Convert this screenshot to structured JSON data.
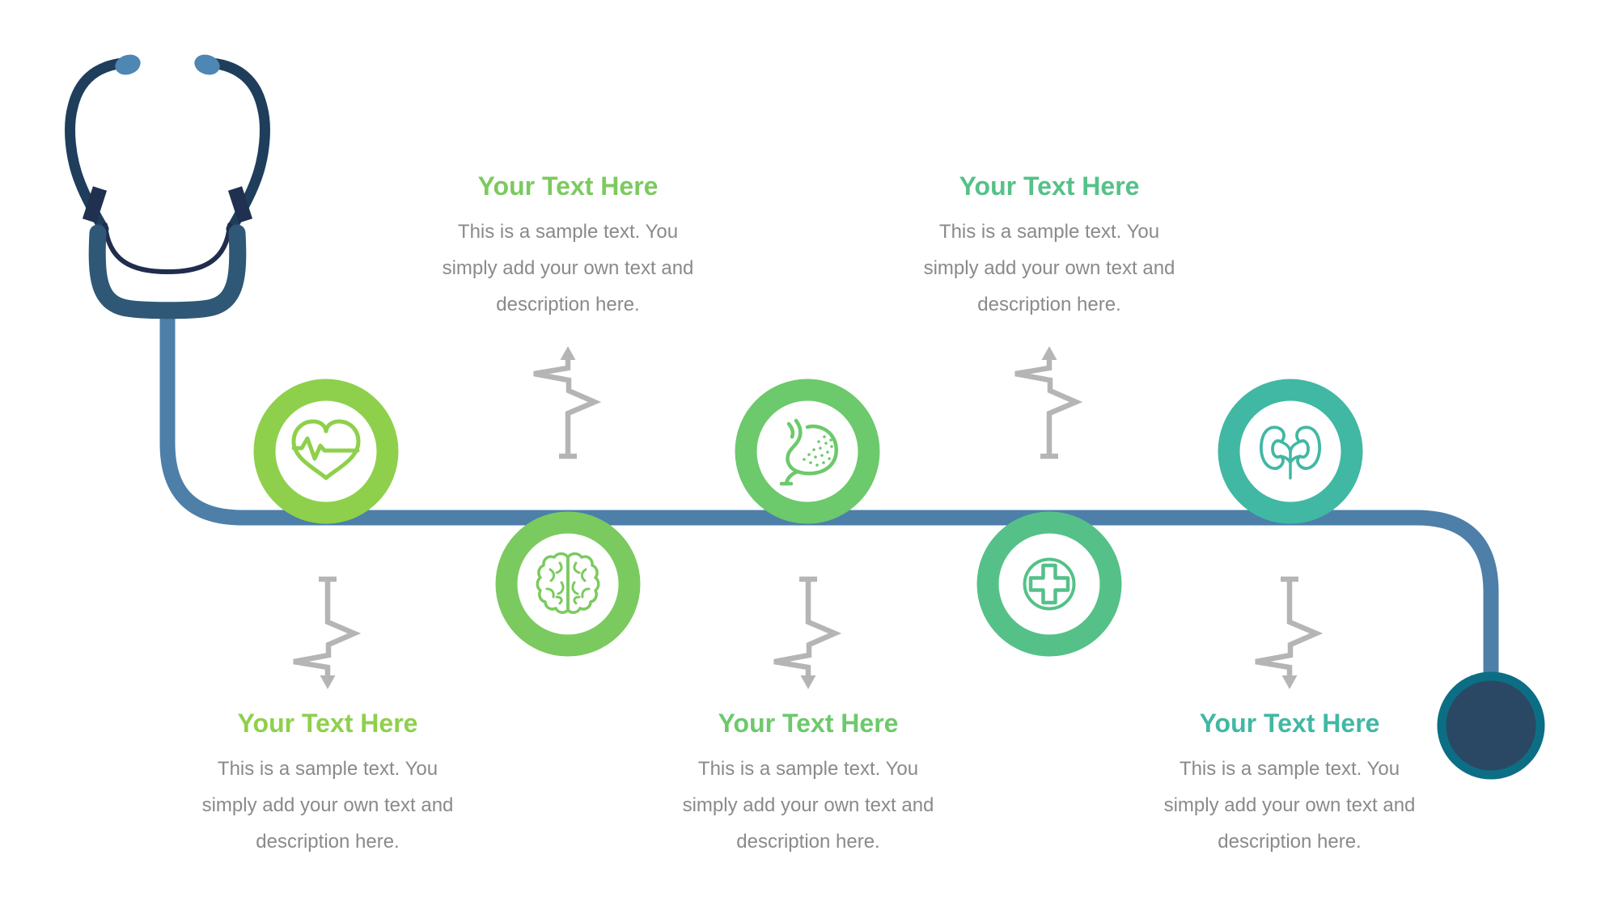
{
  "colors": {
    "node1": "#8ed04b",
    "node2": "#7bca5f",
    "node3": "#6cc96c",
    "node4": "#55c188",
    "node5": "#41b8a3",
    "tube": "#4d7fa9",
    "steth_dark": "#1e3e5c",
    "steth_yoke": "#2e5876",
    "steth_spring": "#1f2e4e",
    "steth_clip": "#203150",
    "earpiece": "#4e86b4",
    "chestpiece_fill": "#2a4863",
    "chestpiece_ring": "#0c6e84",
    "connector": "#b5b5b5",
    "body_text": "#8a8a8a"
  },
  "nodes": [
    {
      "icon": "heartbeat-icon",
      "color": "#8ed04b",
      "position": "above-line"
    },
    {
      "icon": "brain-icon",
      "color": "#7bca5f",
      "position": "below-line"
    },
    {
      "icon": "stomach-icon",
      "color": "#6cc96c",
      "position": "above-line"
    },
    {
      "icon": "medical-cross-icon",
      "color": "#55c188",
      "position": "below-line"
    },
    {
      "icon": "kidneys-icon",
      "color": "#41b8a3",
      "position": "above-line"
    }
  ],
  "blocks": [
    {
      "heading": "Your Text Here",
      "lines": [
        "This is a sample text. You",
        "simply add your own text and",
        "description here."
      ]
    },
    {
      "heading": "Your Text Here",
      "lines": [
        "This is a sample text. You",
        "simply add your own text and",
        "description here."
      ]
    },
    {
      "heading": "Your Text Here",
      "lines": [
        "This is a sample text. You",
        "simply add your own text and",
        "description here."
      ]
    },
    {
      "heading": "Your Text Here",
      "lines": [
        "This is a sample text. You",
        "simply add your own text and",
        "description here."
      ]
    },
    {
      "heading": "Your Text Here",
      "lines": [
        "This is a sample text. You",
        "simply add your own text and",
        "description here."
      ]
    }
  ]
}
